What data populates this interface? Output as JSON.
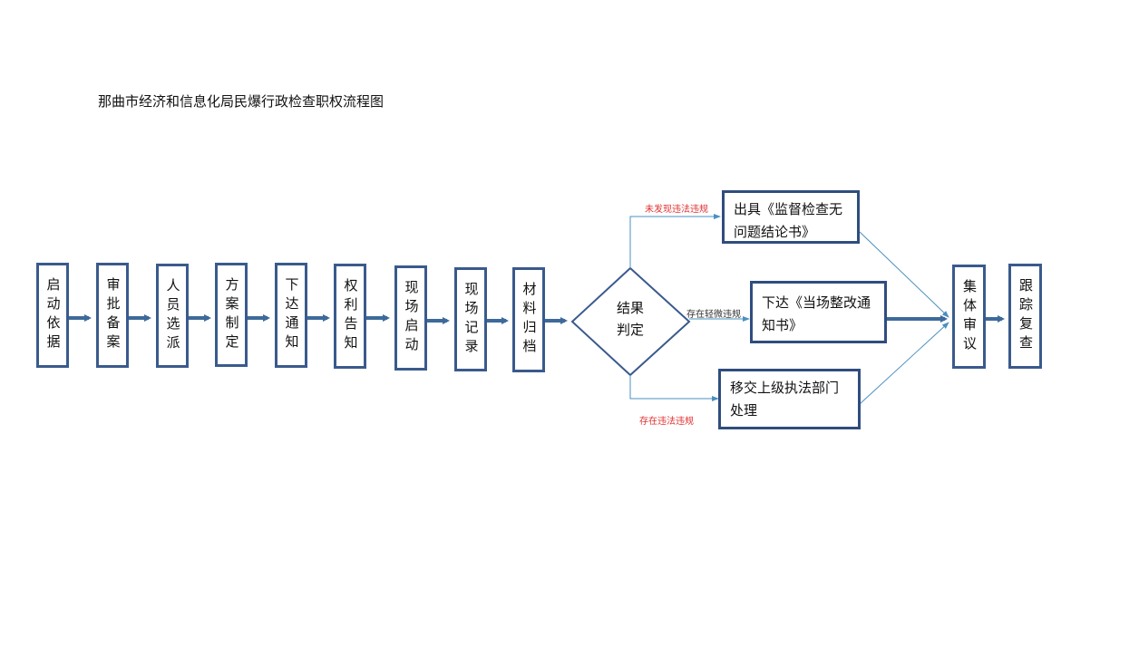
{
  "title": "那曲市经济和信息化局民爆行政检查职权流程图",
  "steps": [
    {
      "label": "启动依据"
    },
    {
      "label": "审批备案"
    },
    {
      "label": "人员选派"
    },
    {
      "label": "方案制定"
    },
    {
      "label": "下达通知"
    },
    {
      "label": "权利告知"
    },
    {
      "label": "现场启动"
    },
    {
      "label": "现场记录"
    },
    {
      "label": "材料归档"
    }
  ],
  "decision": {
    "line1": "结果",
    "line2": "判定"
  },
  "branches": {
    "top": {
      "condition": "未发现违法违规",
      "outcome_line1": "出具《监督检查无",
      "outcome_line2": "问题结论书》"
    },
    "middle": {
      "condition": "存在轻微违规",
      "outcome_line1": "下达《当场整改通",
      "outcome_line2": "知书》"
    },
    "bottom": {
      "condition": "存在违法违规",
      "outcome_line1": "移交上级执法部门",
      "outcome_line2": "处理"
    }
  },
  "final_steps": [
    {
      "label": "集体审议"
    },
    {
      "label": "跟踪复查"
    }
  ],
  "colors": {
    "box_border": "#3a5a8c",
    "arrow": "#3d6a9a",
    "thin_line": "#4a90c0",
    "condition_red": "#e03030"
  }
}
